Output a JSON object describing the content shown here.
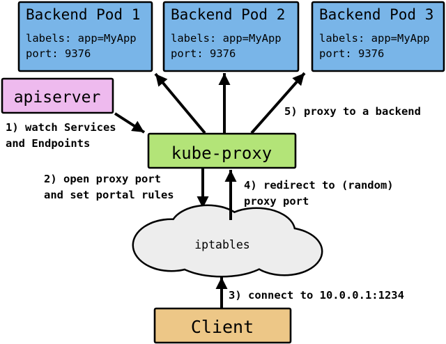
{
  "nodes": {
    "pods": [
      {
        "title": "Backend Pod 1",
        "labels": "labels: app=MyApp",
        "port": "port: 9376"
      },
      {
        "title": "Backend Pod 2",
        "labels": "labels: app=MyApp",
        "port": "port: 9376"
      },
      {
        "title": "Backend Pod 3",
        "labels": "labels: app=MyApp",
        "port": "port: 9376"
      }
    ],
    "apiserver": {
      "label": "apiserver"
    },
    "kube_proxy": {
      "label": "kube-proxy"
    },
    "iptables": {
      "label": "iptables"
    },
    "client": {
      "label": "Client"
    }
  },
  "annotations": {
    "step1": {
      "line1": "1) watch Services",
      "line2": "and Endpoints"
    },
    "step2": {
      "line1": "2) open proxy port",
      "line2": "and set portal rules"
    },
    "step3": {
      "line1": "3) connect to 10.0.0.1:1234"
    },
    "step4": {
      "line1": "4) redirect to (random)",
      "line2": "proxy port"
    },
    "step5": {
      "line1": "5) proxy to a backend"
    }
  },
  "colors": {
    "pod_fill": "#79b5e8",
    "apiserver_fill": "#eebaee",
    "kube_proxy_fill": "#b3e478",
    "client_fill": "#edc787",
    "cloud_fill": "#ededed",
    "outline": "#000000",
    "background": "#ffffff"
  }
}
